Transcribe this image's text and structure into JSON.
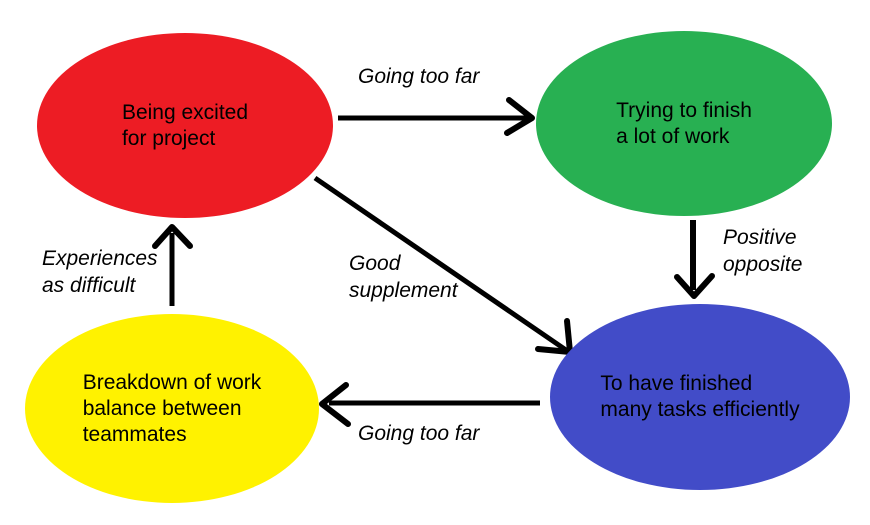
{
  "diagram": {
    "background": "#ffffff",
    "ink_color": "#000000",
    "nodes": {
      "excited": {
        "lines": [
          "Being excited",
          "for project"
        ],
        "color": "#ed1c24"
      },
      "trying": {
        "lines": [
          "Trying to finish",
          "a lot of work"
        ],
        "color": "#28b052"
      },
      "finished": {
        "lines": [
          "To have finished",
          "many tasks efficiently"
        ],
        "color": "#424cc8"
      },
      "breakdown": {
        "lines": [
          "Breakdown of work",
          "balance between",
          "teammates"
        ],
        "color": "#fff200"
      }
    },
    "edges": {
      "excited_to_trying": {
        "from": "excited",
        "to": "trying",
        "label": "Going too far"
      },
      "trying_to_finished": {
        "from": "trying",
        "to": "finished",
        "label_lines": [
          "Positive",
          "opposite"
        ]
      },
      "excited_to_finished": {
        "from": "excited",
        "to": "finished",
        "label_lines": [
          "Good",
          "supplement"
        ]
      },
      "finished_to_breakdown": {
        "from": "finished",
        "to": "breakdown",
        "label": "Going too far"
      },
      "breakdown_to_excited": {
        "from": "breakdown",
        "to": "excited",
        "label_lines": [
          "Experiences",
          "as difficult"
        ]
      }
    }
  }
}
